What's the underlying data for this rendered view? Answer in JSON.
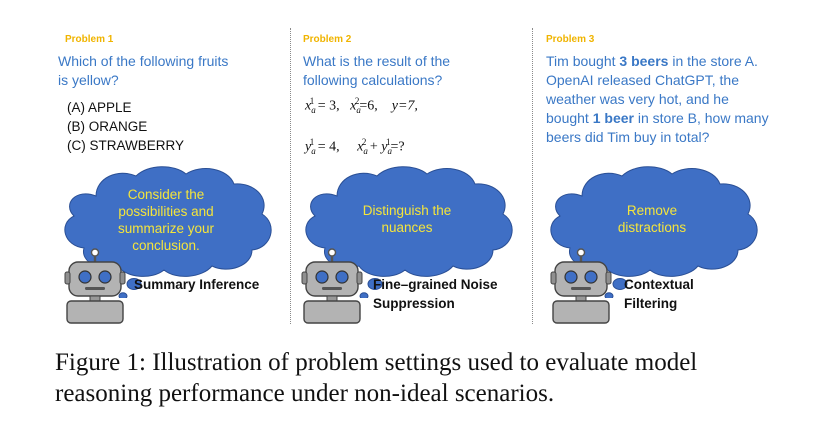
{
  "panels": [
    {
      "tag": "Problem 1",
      "question": "Which of the following fruits is yellow?",
      "options": [
        "(A)  APPLE",
        "(B)  ORANGE",
        "(C)  STRAWBERRY"
      ],
      "cloud_text": "Consider the possibilities and summarize your conclusion.",
      "label": "Summary Inference"
    },
    {
      "tag": "Problem 2",
      "question": "What is the result of the following calculations?",
      "math": {
        "line1": {
          "eq1": "= 3,",
          "eq2": "=6,",
          "eq3": "y=7,"
        },
        "line2": {
          "eq1": "= 4,",
          "eq2": "+",
          "eq3": "=?"
        }
      },
      "cloud_text": "Distinguish the nuances",
      "label_line1": "Fine–grained Noise",
      "label_line2": "Suppression"
    },
    {
      "tag": "Problem 3",
      "question_parts": {
        "a": "Tim bought ",
        "b": "3 beers",
        "c": " in the store A. OpenAI released ChatGPT, the weather was very hot, and he bought ",
        "d": "1 beer",
        "e": " in store B, how many beers did Tim buy in total?"
      },
      "cloud_text": "Remove distractions",
      "label_line1": "Contextual",
      "label_line2": "Filtering"
    }
  ],
  "caption": "Figure 1: Illustration of problem settings used to evaluate model reasoning performance under non-ideal scenarios.",
  "colors": {
    "tag": "#f0b400",
    "question": "#3a78c6",
    "cloud_fill": "#3f6fc5",
    "cloud_text": "#f5e53b",
    "robot_body": "#b3b3b3",
    "robot_eye": "#3f6fc5"
  },
  "icons": [
    "thought-cloud-icon",
    "robot-icon"
  ]
}
